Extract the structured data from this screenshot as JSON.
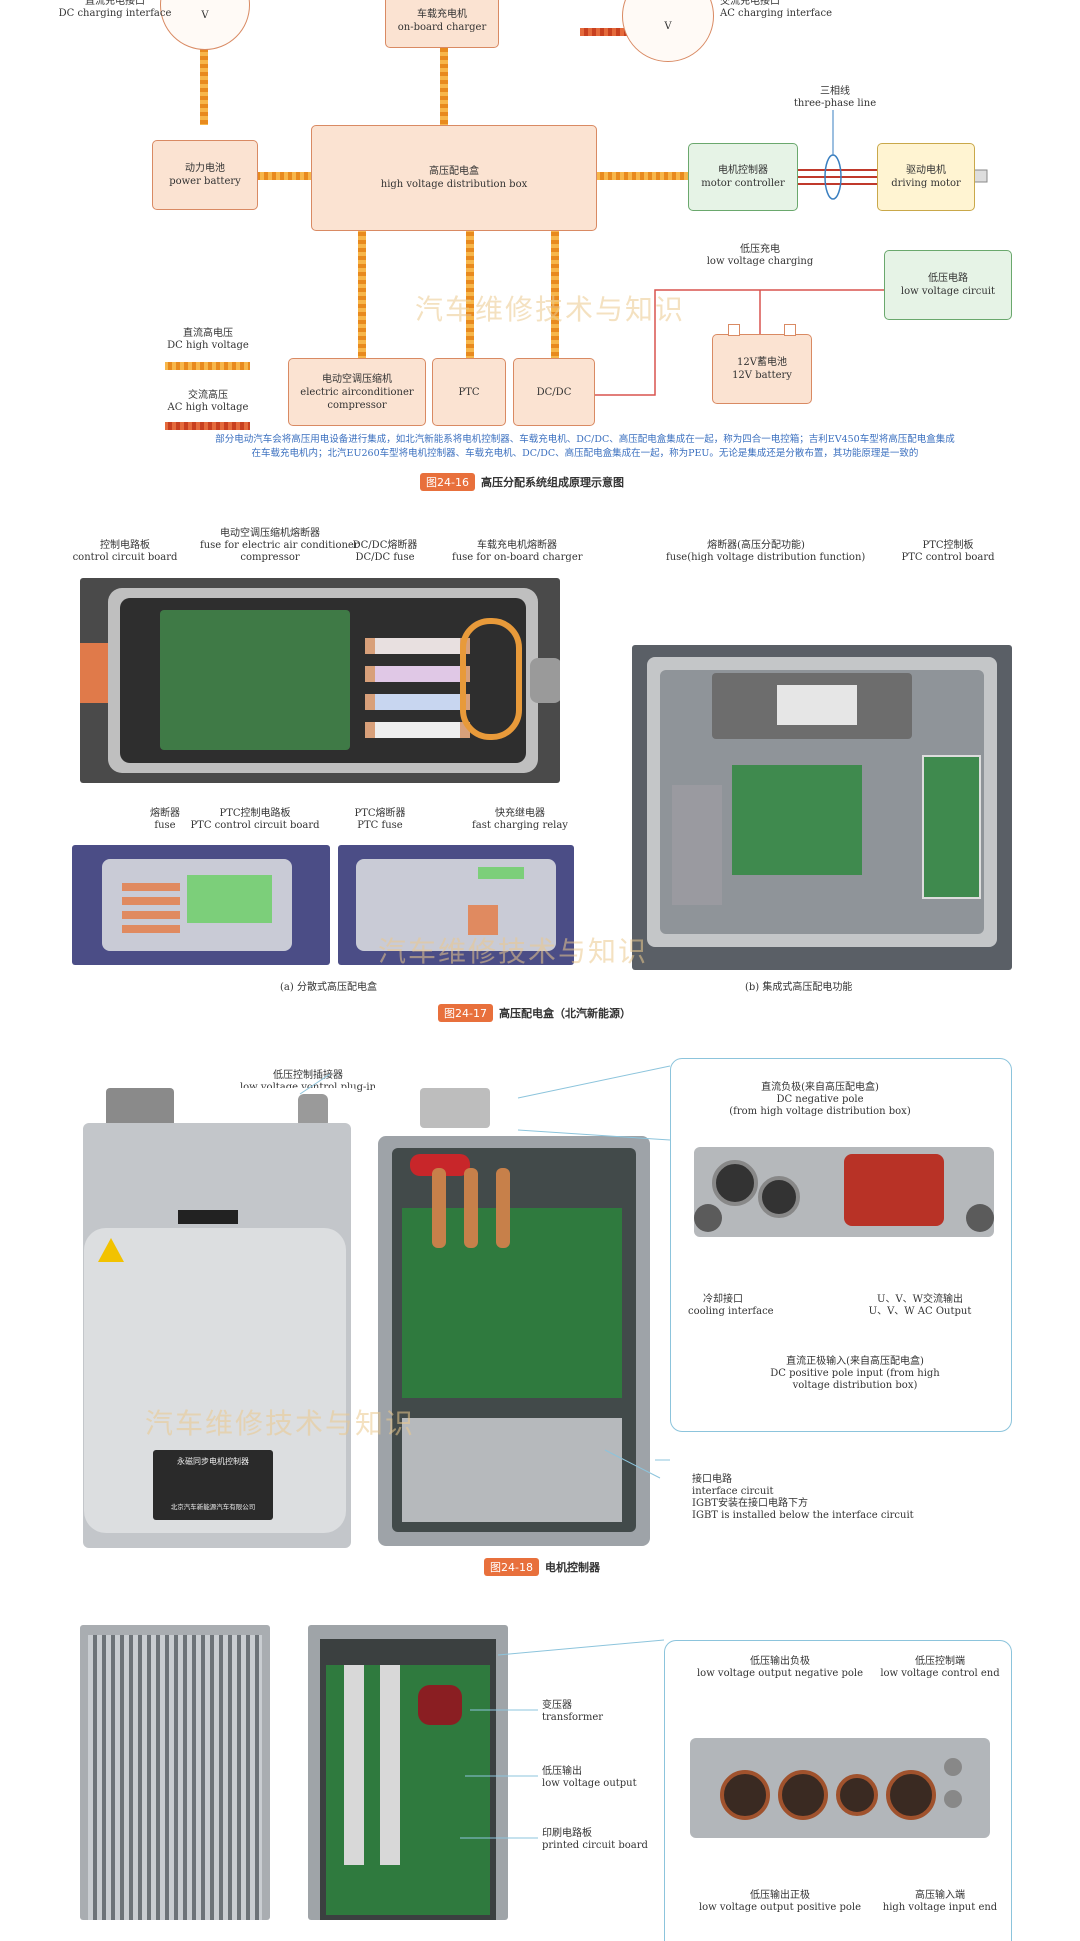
{
  "colors": {
    "accent": "#e8703c",
    "dc_line": "#f0a030",
    "ac_line": "#e05a30",
    "note_blue": "#3a6fbf",
    "frame_blue": "#8cc4dc",
    "box_fill": "#fbe3d2"
  },
  "fig16": {
    "dc_interface": {
      "symbol": "V",
      "cn": "直流充电接口",
      "en": "DC charging interface"
    },
    "charger": {
      "cn": "车载充电机",
      "en": "on-board charger"
    },
    "ac_interface": {
      "symbol": "V",
      "cn": "交流充电接口",
      "en": "AC charging interface"
    },
    "three_phase": {
      "cn": "三相线",
      "en": "three-phase line"
    },
    "battery": {
      "cn": "动力电池",
      "en": "power battery"
    },
    "hvbox": {
      "cn": "高压配电盒",
      "en": "high voltage distribution box"
    },
    "motor_controller": {
      "cn": "电机控制器",
      "en": "motor controller"
    },
    "motor": {
      "cn": "驱动电机",
      "en": "driving motor"
    },
    "lv_charging": {
      "cn": "低压充电",
      "en": "low voltage charging"
    },
    "lv_circuit": {
      "cn": "低压电路",
      "en": "low voltage circuit"
    },
    "legend_dc": {
      "cn": "直流高电压",
      "en": "DC high voltage"
    },
    "legend_ac": {
      "cn": "交流高压",
      "en": "AC high voltage"
    },
    "compressor": {
      "cn": "电动空调压缩机",
      "en1": "electric airconditioner",
      "en2": "compressor"
    },
    "ptc": "PTC",
    "dcdc": "DC/DC",
    "battery12": {
      "cn": "12V蓄电池",
      "en": "12V battery"
    },
    "note_line1": "部分电动汽车会将高压用电设备进行集成，如北汽新能系将电机控制器、车载充电机、DC/DC、高压配电盒集成在一起，称为四合一电控箱；吉利EV450车型将高压配电盒集成",
    "note_line2": "在车载充电机内；北汽EU260车型将电机控制器、车载充电机、DC/DC、高压配电盒集成在一起，称为PEU。无论是集成还是分散布置，其功能原理是一致的",
    "watermark": "汽车维修技术与知识",
    "caption_tag": "图24-16",
    "caption": "高压分配系统组成原理示意图"
  },
  "fig17": {
    "ctrl_board": {
      "cn": "控制电路板",
      "en": "control circuit board"
    },
    "ac_fuse": {
      "cn": "电动空调压缩机熔断器",
      "en1": "fuse for electric air conditioner",
      "en2": "compressor"
    },
    "dcdc_fuse": {
      "cn": "DC/DC熔断器",
      "en": "DC/DC fuse"
    },
    "charger_fuse": {
      "cn": "车载充电机熔断器",
      "en": "fuse for on-board charger"
    },
    "hv_fuse": {
      "cn": "熔断器(高压分配功能)",
      "en": "fuse(high voltage distribution function)"
    },
    "ptc_board_r": {
      "cn": "PTC控制板",
      "en": "PTC control board"
    },
    "fuse": {
      "cn": "熔断器",
      "en": "fuse"
    },
    "ptc_board": {
      "cn": "PTC控制电路板",
      "en": "PTC control circuit board"
    },
    "ptc_fuse": {
      "cn": "PTC熔断器",
      "en": "PTC fuse"
    },
    "relay": {
      "cn": "快充继电器",
      "en": "fast charging relay"
    },
    "sub_a": "(a) 分散式高压配电盒",
    "sub_b": "(b) 集成式高压配电功能",
    "watermark": "汽车维修技术与知识",
    "caption_tag": "图24-17",
    "caption": "高压配电盒（北汽新能源）"
  },
  "fig18": {
    "lv_plug": {
      "cn": "低压控制插接器",
      "en": "low voltage vontrol plug-in"
    },
    "dc_neg": {
      "cn": "直流负极(来自高压配电盒)",
      "en1": "DC negative pole",
      "en2": "(from high voltage distribution box)"
    },
    "cooling": {
      "cn": "冷却接口",
      "en": "cooling interface"
    },
    "uvw": {
      "cn": "U、V、W交流输出",
      "en": "U、V、W AC Output"
    },
    "dc_pos": {
      "cn": "直流正极输入(来自高压配电盒)",
      "en1": "DC positive pole input (from high",
      "en2": "voltage distribution box)"
    },
    "interface": {
      "cn": "接口电路",
      "en": "interface circuit",
      "cn2": "IGBT安装在接口电路下方",
      "en2": "IGBT is installed below the interface circuit"
    },
    "nameplate": {
      "title": "永磁同步电机控制器",
      "maker": "北京汽车新能源汽车有限公司"
    },
    "watermark": "汽车维修技术与知识",
    "caption_tag": "图24-18",
    "caption": "电机控制器"
  },
  "fig19": {
    "transformer": {
      "cn": "变压器",
      "en": "transformer"
    },
    "lv_output": {
      "cn": "低压输出",
      "en": "low voltage output"
    },
    "pcb": {
      "cn": "印刷电路板",
      "en": "printed circuit board"
    },
    "lv_neg": {
      "cn": "低压输出负极",
      "en": "low voltage output negative pole"
    },
    "lv_ctrl": {
      "cn": "低压控制端",
      "en": "low voltage control end"
    },
    "lv_pos": {
      "cn": "低压输出正极",
      "en": "low voltage output positive pole"
    },
    "hv_in": {
      "cn": "高压输入端",
      "en": "high voltage input end"
    }
  }
}
